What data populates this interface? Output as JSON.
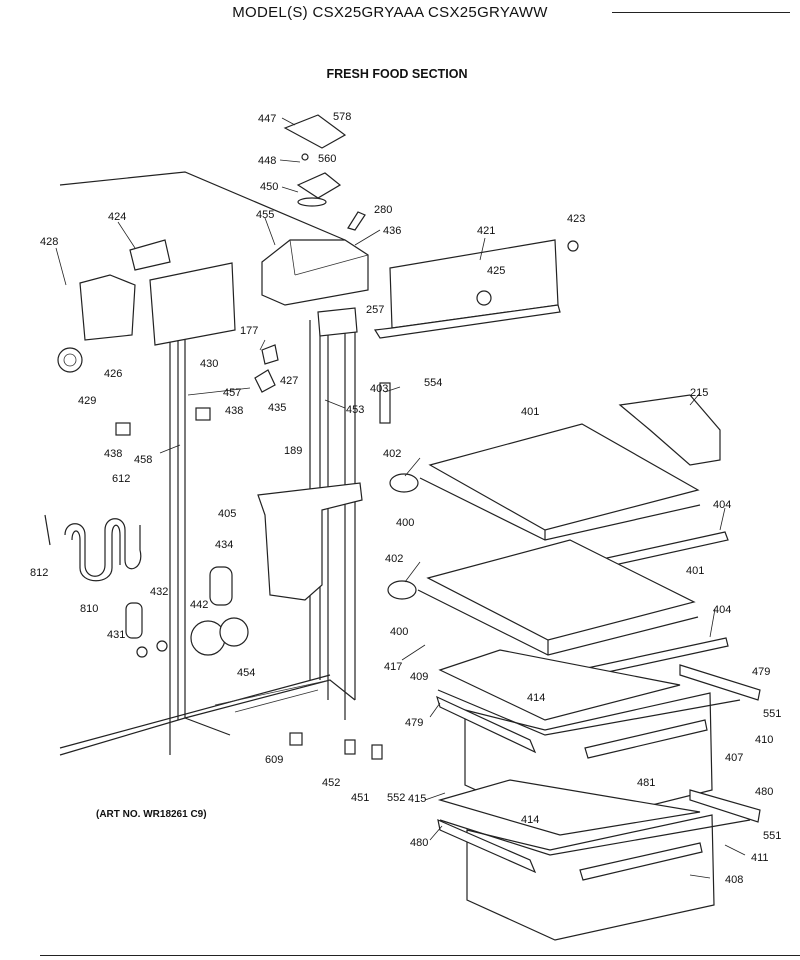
{
  "header": {
    "model_title": "MODEL(S) CSX25GRYAAA  CSX25GRYAWW",
    "section_title": "FRESH FOOD SECTION"
  },
  "footer": {
    "art_number": "(ART NO. WR18261 C9)"
  },
  "part_labels": [
    {
      "id": "447",
      "text": "447"
    },
    {
      "id": "578",
      "text": "578"
    },
    {
      "id": "448",
      "text": "448"
    },
    {
      "id": "560",
      "text": "560"
    },
    {
      "id": "450",
      "text": "450"
    },
    {
      "id": "455",
      "text": "455"
    },
    {
      "id": "280",
      "text": "280"
    },
    {
      "id": "436",
      "text": "436"
    },
    {
      "id": "421",
      "text": "421"
    },
    {
      "id": "423",
      "text": "423"
    },
    {
      "id": "425",
      "text": "425"
    },
    {
      "id": "424",
      "text": "424"
    },
    {
      "id": "428",
      "text": "428"
    },
    {
      "id": "426",
      "text": "426"
    },
    {
      "id": "430",
      "text": "430"
    },
    {
      "id": "177",
      "text": "177"
    },
    {
      "id": "257",
      "text": "257"
    },
    {
      "id": "427",
      "text": "427"
    },
    {
      "id": "429",
      "text": "429"
    },
    {
      "id": "457",
      "text": "457"
    },
    {
      "id": "438a",
      "text": "438"
    },
    {
      "id": "435",
      "text": "435"
    },
    {
      "id": "403",
      "text": "403"
    },
    {
      "id": "554",
      "text": "554"
    },
    {
      "id": "453",
      "text": "453"
    },
    {
      "id": "215",
      "text": "215"
    },
    {
      "id": "401a",
      "text": "401"
    },
    {
      "id": "438b",
      "text": "438"
    },
    {
      "id": "458",
      "text": "458"
    },
    {
      "id": "189",
      "text": "189"
    },
    {
      "id": "402a",
      "text": "402"
    },
    {
      "id": "612",
      "text": "612"
    },
    {
      "id": "405",
      "text": "405"
    },
    {
      "id": "400a",
      "text": "400"
    },
    {
      "id": "404a",
      "text": "404"
    },
    {
      "id": "812",
      "text": "812"
    },
    {
      "id": "434",
      "text": "434"
    },
    {
      "id": "402b",
      "text": "402"
    },
    {
      "id": "401b",
      "text": "401"
    },
    {
      "id": "810",
      "text": "810"
    },
    {
      "id": "432",
      "text": "432"
    },
    {
      "id": "442",
      "text": "442"
    },
    {
      "id": "400b",
      "text": "400"
    },
    {
      "id": "404b",
      "text": "404"
    },
    {
      "id": "431",
      "text": "431"
    },
    {
      "id": "417",
      "text": "417"
    },
    {
      "id": "479a",
      "text": "479"
    },
    {
      "id": "454",
      "text": "454"
    },
    {
      "id": "409",
      "text": "409"
    },
    {
      "id": "414a",
      "text": "414"
    },
    {
      "id": "551a",
      "text": "551"
    },
    {
      "id": "479b",
      "text": "479"
    },
    {
      "id": "410",
      "text": "410"
    },
    {
      "id": "407",
      "text": "407"
    },
    {
      "id": "609",
      "text": "609"
    },
    {
      "id": "481",
      "text": "481"
    },
    {
      "id": "452",
      "text": "452"
    },
    {
      "id": "451",
      "text": "451"
    },
    {
      "id": "552",
      "text": "552"
    },
    {
      "id": "415",
      "text": "415"
    },
    {
      "id": "480a",
      "text": "480"
    },
    {
      "id": "414b",
      "text": "414"
    },
    {
      "id": "551b",
      "text": "551"
    },
    {
      "id": "480b",
      "text": "480"
    },
    {
      "id": "411",
      "text": "411"
    },
    {
      "id": "408",
      "text": "408"
    }
  ]
}
